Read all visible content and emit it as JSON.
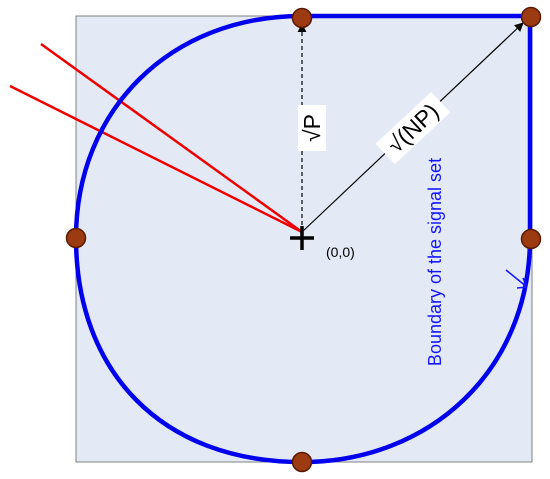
{
  "labels": {
    "sqrt_p": "√P",
    "sqrt_np": "√(NP)",
    "origin": "(0,0)",
    "boundary": "Boundary of the signal set"
  },
  "colors": {
    "background_square": "#e4eaf5",
    "square_border": "#808080",
    "boundary_curve": "#0000ee",
    "rays": "#ee0000",
    "points_fill": "#9c3a12",
    "points_stroke": "#5a1a04",
    "arrows": "#000000",
    "boundary_label": "#1515ff"
  }
}
